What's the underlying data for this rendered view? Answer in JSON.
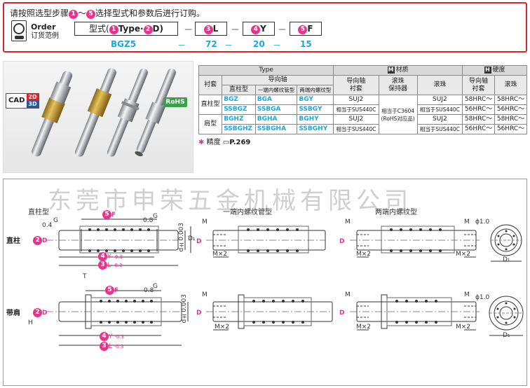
{
  "order": {
    "intro_pre": "请按照选型步骤",
    "intro_mid": "～",
    "intro_post": "选择型式和参数后进行订购。",
    "step_first": "1",
    "step_last": "5",
    "label_en": "Order",
    "label_cn": "订货范例",
    "fields": {
      "type": {
        "pre": "型式(",
        "n1": "1",
        "t1": "Type·",
        "n2": "2",
        "t2": "D)"
      },
      "l": {
        "n": "3",
        "t": "L"
      },
      "y": {
        "n": "4",
        "t": "Y"
      },
      "f": {
        "n": "5",
        "t": "F"
      }
    },
    "dash": "－",
    "example": {
      "type": "BGZ5",
      "l": "72",
      "y": "20",
      "f": "15"
    }
  },
  "badges": {
    "cad": "CAD",
    "cad_2d": "2D",
    "cad_3d": "3D",
    "rohs": "RoHS"
  },
  "table": {
    "h_type": "Type",
    "h_material": "材质",
    "h_material_badge": "M",
    "h_hardness": "硬度",
    "h_hardness_badge": "H",
    "h_sleeve": "衬套",
    "h_guide": "导向轴",
    "h_straight": "直柱型",
    "h_one_end": "一端内螺纹管型",
    "h_both_end": "两端内螺纹型",
    "h_guide_sleeve": "导向轴\n衬套",
    "h_cage": "滚珠\n保持器",
    "h_ball": "滚珠",
    "rows": [
      {
        "sleeve": "直柱型",
        "c1": "BGZ",
        "c2": "BGA",
        "c3": "BGY",
        "m1": "SUJ2",
        "m3": "SUJ2",
        "h1": "58HRC～",
        "h2": "58HRC～"
      },
      {
        "c1": "SSBGZ",
        "c2": "SSBGA",
        "c3": "SSBGY",
        "m1": "相当于SUS440C",
        "m3": "相当于SUS440C",
        "h1": "56HRC～",
        "h2": "56HRC～"
      },
      {
        "sleeve": "肩型",
        "c1": "BGHZ",
        "c2": "BGHA",
        "c3": "BGHY",
        "m1": "SUJ2",
        "m3": "SUJ2",
        "h1": "58HRC～",
        "h2": "58HRC～"
      },
      {
        "c1": "SSBGHZ",
        "c2": "SSBGHA",
        "c3": "SSBGHY",
        "m1": "相当于SUS440C",
        "m3": "相当于SUS440C",
        "h1": "56HRC～",
        "h2": "56HRC～"
      }
    ],
    "cage_material": "相当于C3604\n(RoHS对应品)"
  },
  "note": {
    "text": "精度",
    "page": "P.269"
  },
  "watermark": "东莞市申荣五金机械有限公司",
  "drawing": {
    "row1": "直柱",
    "row2": "带肩",
    "t_straight": "直柱型",
    "t_one_end": "一端内螺纹管型",
    "t_both_end": "两端内螺纹型",
    "g": "G",
    "m": "M",
    "mx2": "M×2",
    "d": "D",
    "d1": "D₁",
    "h": "H",
    "t": "T",
    "phi": "ϕ1.0",
    "tol_d": "d±0.003",
    "tol_0_4": "0.4",
    "tol_0_8": "0.8",
    "f_label": "F",
    "y_label": "Y",
    "l_label": "L",
    "tol_zero": "0",
    "tol_neg": "-0.3",
    "n2": "2",
    "n3": "3",
    "n4": "4",
    "n5": "5"
  }
}
